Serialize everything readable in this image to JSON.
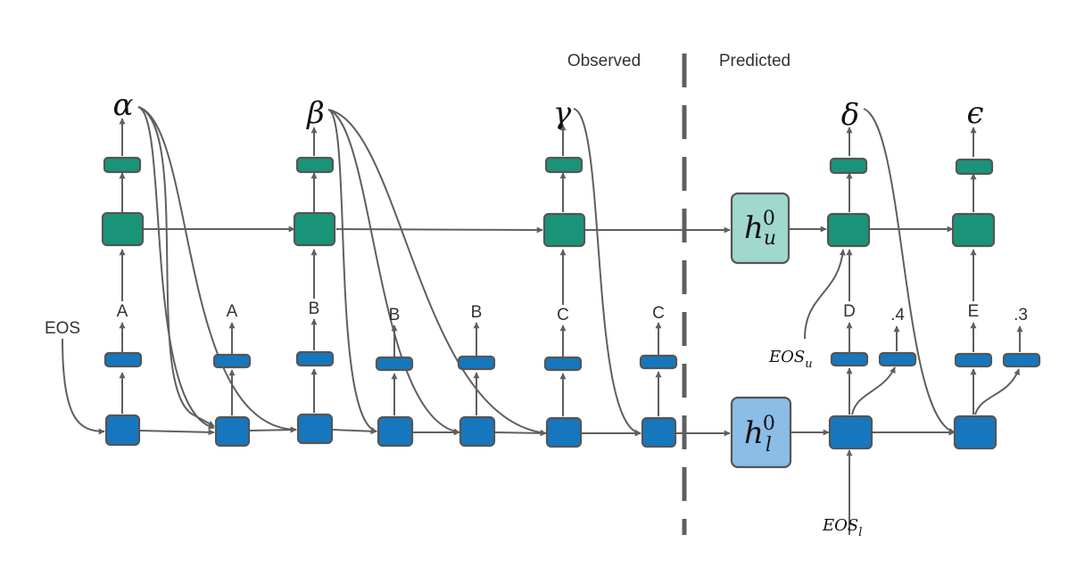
{
  "header": {
    "observed": "Observed",
    "predicted": "Predicted"
  },
  "input": {
    "eos": "EOS"
  },
  "upper_outputs": [
    "α",
    "β",
    "γ",
    "δ",
    "ϵ"
  ],
  "token_labels": {
    "a1": "A",
    "a2": "A",
    "b1": "B",
    "b2": "B",
    "b3": "B",
    "c1": "C",
    "c2": "C",
    "d": "D",
    "d_val": ".4",
    "e": "E",
    "e_val": ".3"
  },
  "hidden": {
    "upper_base": "h",
    "upper_sup": "0",
    "upper_sub": "u",
    "lower_base": "h",
    "lower_sup": "0",
    "lower_sub": "l"
  },
  "eos_tokens": {
    "upper_base": "EOS",
    "upper_sub": "u",
    "lower_base": "EOS",
    "lower_sub": "l"
  },
  "colors": {
    "upper_node": "#1a9478",
    "lower_node": "#1677be",
    "hidden_upper": "#a0d8cd",
    "hidden_lower": "#8bbde6",
    "edge": "#5f5f5f"
  }
}
